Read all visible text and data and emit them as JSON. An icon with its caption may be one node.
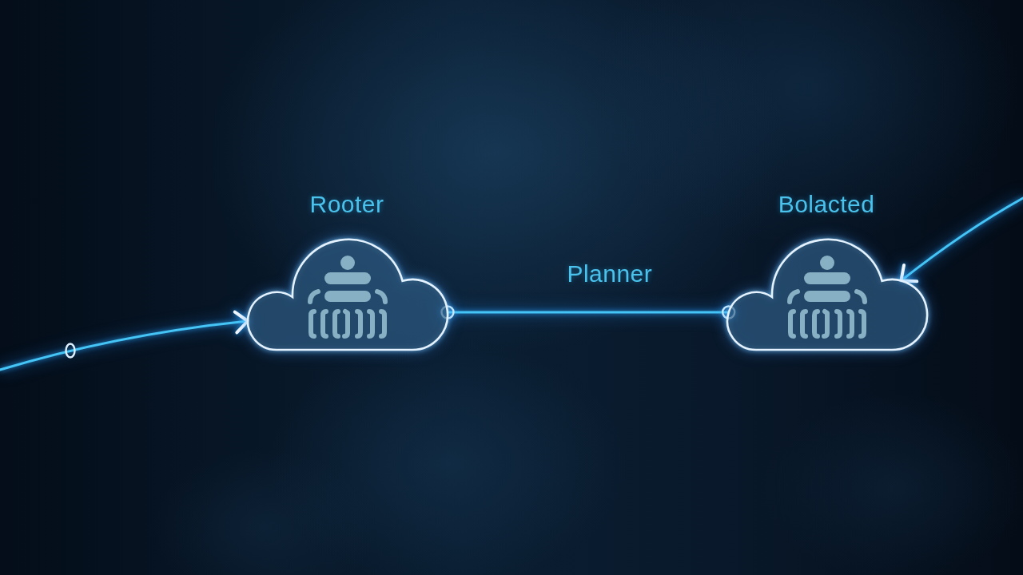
{
  "diagram": {
    "nodes": [
      {
        "text": [
          "Rooter"
        ]
      },
      {
        "text": [
          "Bolacted"
        ]
      }
    ],
    "edges": [
      {
        "from": null,
        "to": 0,
        "arrow": "to"
      },
      {
        "from": 0,
        "to": 1,
        "arrow": "other",
        "label": "Planner"
      },
      {
        "from": null,
        "to": 1,
        "arrow": "to"
      }
    ]
  }
}
